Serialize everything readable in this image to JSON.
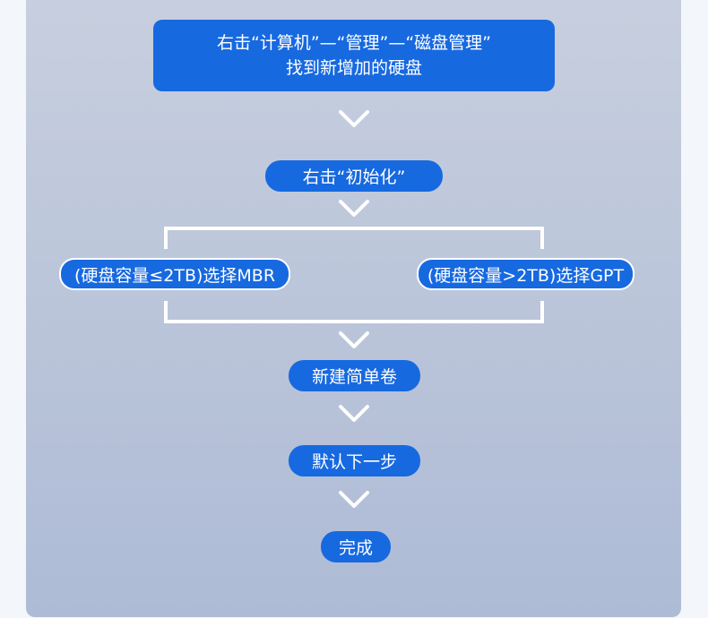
{
  "flow": {
    "step1": {
      "line1": "右击“计算机”—“管理”—“磁盘管理”",
      "line2": "找到新增加的硬盘"
    },
    "step2": "右击“初始化”",
    "branch_left": "(硬盘容量≤2TB)选择MBR",
    "branch_right": "(硬盘容量>2TB)选择GPT",
    "step3": "新建简单卷",
    "step4": "默认下一步",
    "step5": "完成"
  },
  "colors": {
    "box_fill": "#1769e0",
    "text": "#ffffff",
    "connector": "#ffffff"
  },
  "icons": [
    "chevron-down-icon"
  ]
}
